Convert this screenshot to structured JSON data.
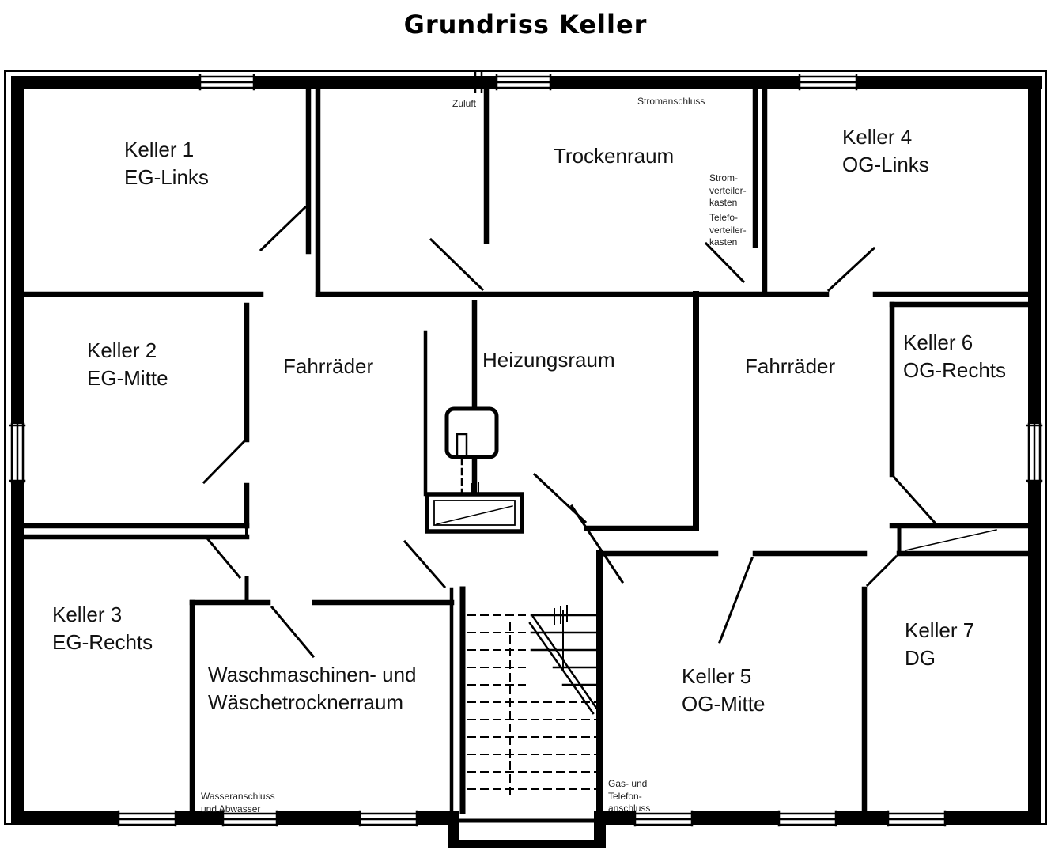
{
  "title": "Grundriss Keller",
  "rooms": [
    {
      "id": "keller1",
      "label": "Keller 1",
      "sub": "EG-Links"
    },
    {
      "id": "keller2",
      "label": "Keller 2",
      "sub": "EG-Mitte"
    },
    {
      "id": "keller3",
      "label": "Keller 3",
      "sub": "EG-Rechts"
    },
    {
      "id": "trockenraum",
      "label": "Trockenraum",
      "sub": ""
    },
    {
      "id": "keller4",
      "label": "Keller 4",
      "sub": "OG-Links"
    },
    {
      "id": "fahrraeder-links",
      "label": "Fahrräder",
      "sub": ""
    },
    {
      "id": "heizungsraum",
      "label": "Heizungsraum",
      "sub": ""
    },
    {
      "id": "fahrraeder-rechts",
      "label": "Fahrräder",
      "sub": ""
    },
    {
      "id": "keller6",
      "label": "Keller 6",
      "sub": "OG-Rechts"
    },
    {
      "id": "waschraum",
      "label": "Waschmaschinen- und",
      "sub": "Wäschetrocknerraum"
    },
    {
      "id": "keller5",
      "label": "Keller 5",
      "sub": "OG-Mitte"
    },
    {
      "id": "keller7",
      "label": "Keller 7",
      "sub": "DG"
    }
  ],
  "annotations": {
    "zuluft": "Zuluft",
    "stromanschluss": "Stromanschluss",
    "stromverteiler": {
      "l1": "Strom-",
      "l2": "verteiler-",
      "l3": "kasten"
    },
    "telefonverteiler": {
      "l1": "Telefo-",
      "l2": "verteiler-",
      "l3": "kasten"
    },
    "wasseranschluss": {
      "l1": "Wasseranschluss",
      "l2": "und Abwasser"
    },
    "gasanschluss": {
      "l1": "Gas- und",
      "l2": "Telefon-",
      "l3": "anschluss"
    }
  },
  "colors": {
    "ink": "#000000",
    "paper": "#ffffff"
  }
}
